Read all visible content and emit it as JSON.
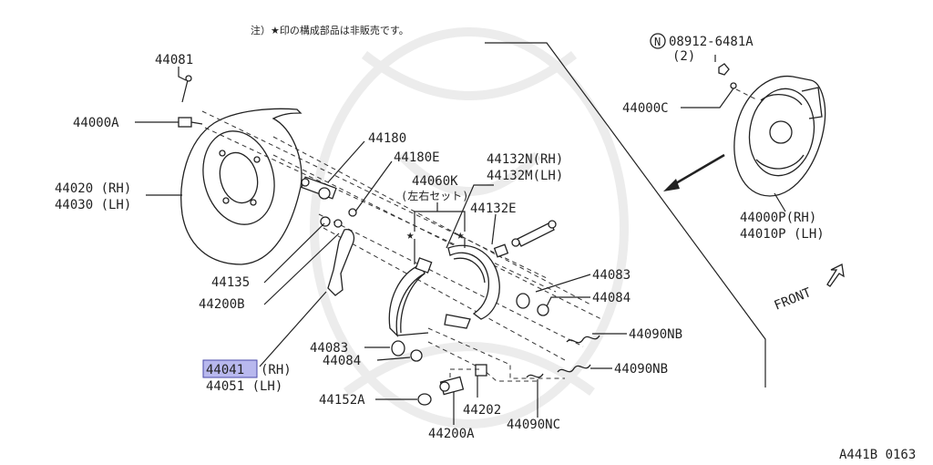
{
  "note": "注）★印の構成部品は非販売です。",
  "star_glyph": "★",
  "labels": {
    "p44081": "44081",
    "p44000A": "44000A",
    "p44020": "44020 (RH)",
    "p44030": "44030 (LH)",
    "p44180": "44180",
    "p44180E": "44180E",
    "p44060K": "44060K",
    "p44060K_sub": "(左右セット)",
    "p44132N": "44132N(RH)",
    "p44132M": "44132M(LH)",
    "p44132E": "44132E",
    "p44135": "44135",
    "p44200B": "44200B",
    "p44083_right": "44083",
    "p44084_right": "44084",
    "p44090NB_top": "44090NB",
    "p44090NB_bottom": "44090NB",
    "p44083_left": "44083",
    "p44084_left": "44084",
    "p44041": "44041",
    "p44041_side": "(RH)",
    "p44051": "44051 (LH)",
    "p44152A": "44152A",
    "p44202": "44202",
    "p44200A": "44200A",
    "p44090NC": "44090NC",
    "circled_n": "N",
    "p08912": "08912-6481A",
    "p08912_qty": "(2)",
    "p44000C": "44000C",
    "p44000P": "44000P(RH)",
    "p44010P": "44010P (LH)",
    "front": "FRONT"
  },
  "colors": {
    "highlight_fill": "#b8b8ee",
    "highlight_stroke": "#4a4aa8",
    "line": "#222222"
  },
  "diagram_ref": "A441B 0163"
}
